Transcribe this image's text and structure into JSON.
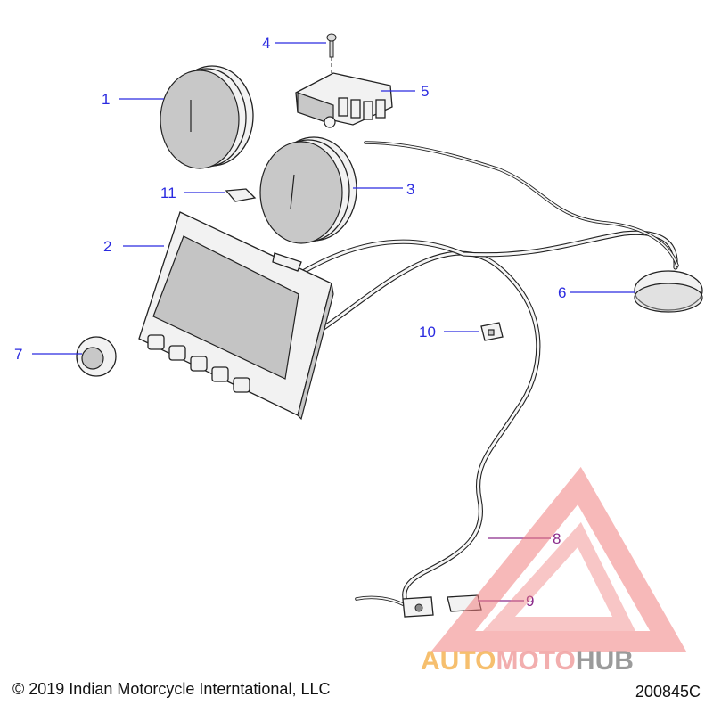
{
  "callouts": [
    {
      "id": "1",
      "label": "1",
      "color": "#2a2ae0"
    },
    {
      "id": "2",
      "label": "2",
      "color": "#2a2ae0"
    },
    {
      "id": "3",
      "label": "3",
      "color": "#2a2ae0"
    },
    {
      "id": "4",
      "label": "4",
      "color": "#2a2ae0"
    },
    {
      "id": "5",
      "label": "5",
      "color": "#2a2ae0"
    },
    {
      "id": "6",
      "label": "6",
      "color": "#2a2ae0"
    },
    {
      "id": "7",
      "label": "7",
      "color": "#2a2ae0"
    },
    {
      "id": "8",
      "label": "8",
      "color": "#8a2a8a"
    },
    {
      "id": "9",
      "label": "9",
      "color": "#8a2a8a"
    },
    {
      "id": "10",
      "label": "10",
      "color": "#2a2ae0"
    },
    {
      "id": "11",
      "label": "11",
      "color": "#2a2ae0"
    }
  ],
  "footer": {
    "copyright": "© 2019 Indian Motorcycle Interntational, LLC",
    "drawing_number": "200845C"
  },
  "watermark": {
    "text_part1": "AUTO",
    "text_part2": "MOTO",
    "text_part3": "HUB",
    "color_part1": "#f5b455",
    "color_part2": "#f0a0a0",
    "color_part3": "#8a8a8a"
  }
}
